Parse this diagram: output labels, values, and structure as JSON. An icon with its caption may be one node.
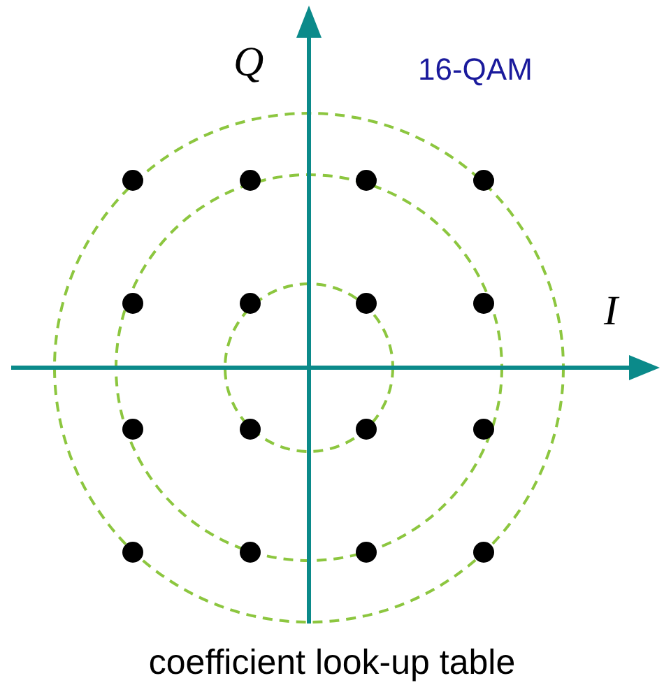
{
  "diagram": {
    "caption": "coefficient look-up table",
    "labels": [
      "Q",
      "16-QAM",
      "I"
    ]
  }
}
